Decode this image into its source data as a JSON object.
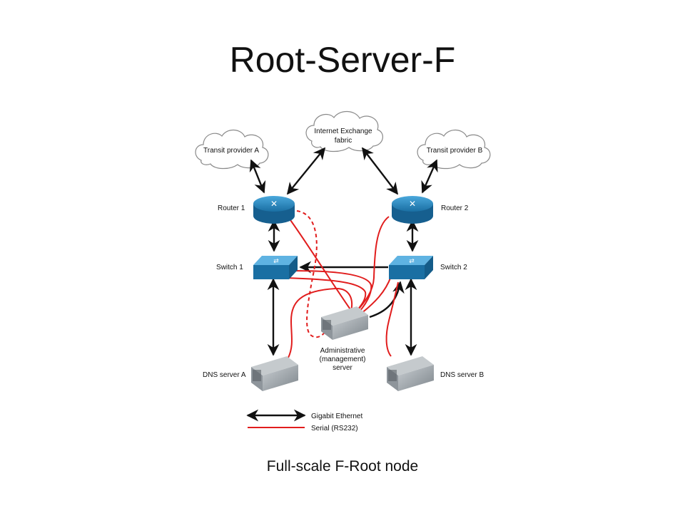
{
  "slide": {
    "title": "Root-Server-F",
    "caption": "Full-scale F-Root node"
  },
  "diagram": {
    "clouds": {
      "transit_a": "Transit provider A",
      "ix_line1": "Internet Exchange",
      "ix_line2": "fabric",
      "transit_b": "Transit provider B"
    },
    "routers": {
      "router1": "Router 1",
      "router2": "Router 2"
    },
    "switches": {
      "switch1": "Switch 1",
      "switch2": "Switch 2"
    },
    "servers": {
      "dns_a": "DNS server A",
      "dns_b": "DNS server B",
      "admin_line1": "Administrative",
      "admin_line2": "(management)",
      "admin_line3": "server"
    },
    "legend": {
      "gigabit": "Gigabit Ethernet",
      "serial": "Serial (RS232)"
    },
    "colors": {
      "ethernet": "#111111",
      "serial": "#e11d1d",
      "device_blue": "#1f7fb8",
      "server_gray": "#8e959b"
    }
  }
}
